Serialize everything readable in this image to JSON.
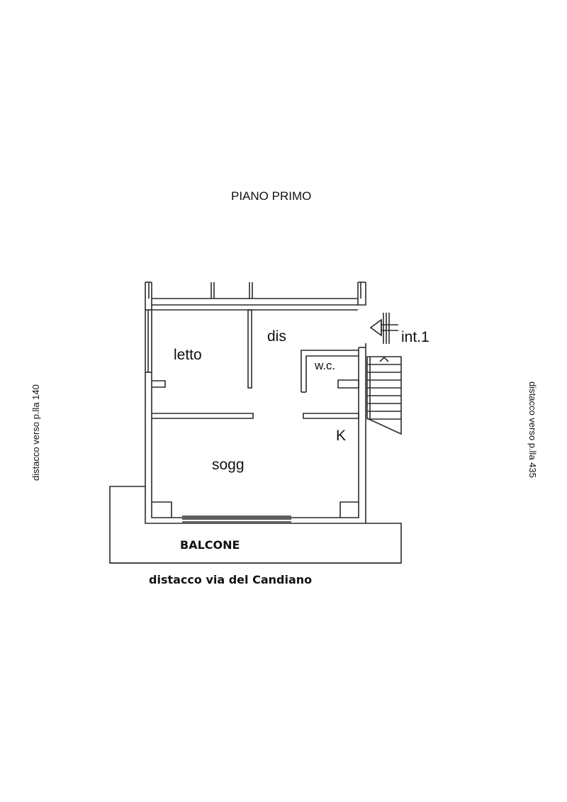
{
  "title": "PIANO PRIMO",
  "rooms": {
    "letto": "letto",
    "dis": "dis",
    "wc": "w.c.",
    "k": "K",
    "sogg": "sogg",
    "balcone": "BALCONE"
  },
  "entrance_label": "int.1",
  "distances": {
    "left": "distacco verso p.lla 140",
    "right": "distacco verso p.lla 435",
    "bottom": "distacco via del Candiano"
  },
  "colors": {
    "line": "#2a2a2a",
    "background": "#ffffff"
  }
}
